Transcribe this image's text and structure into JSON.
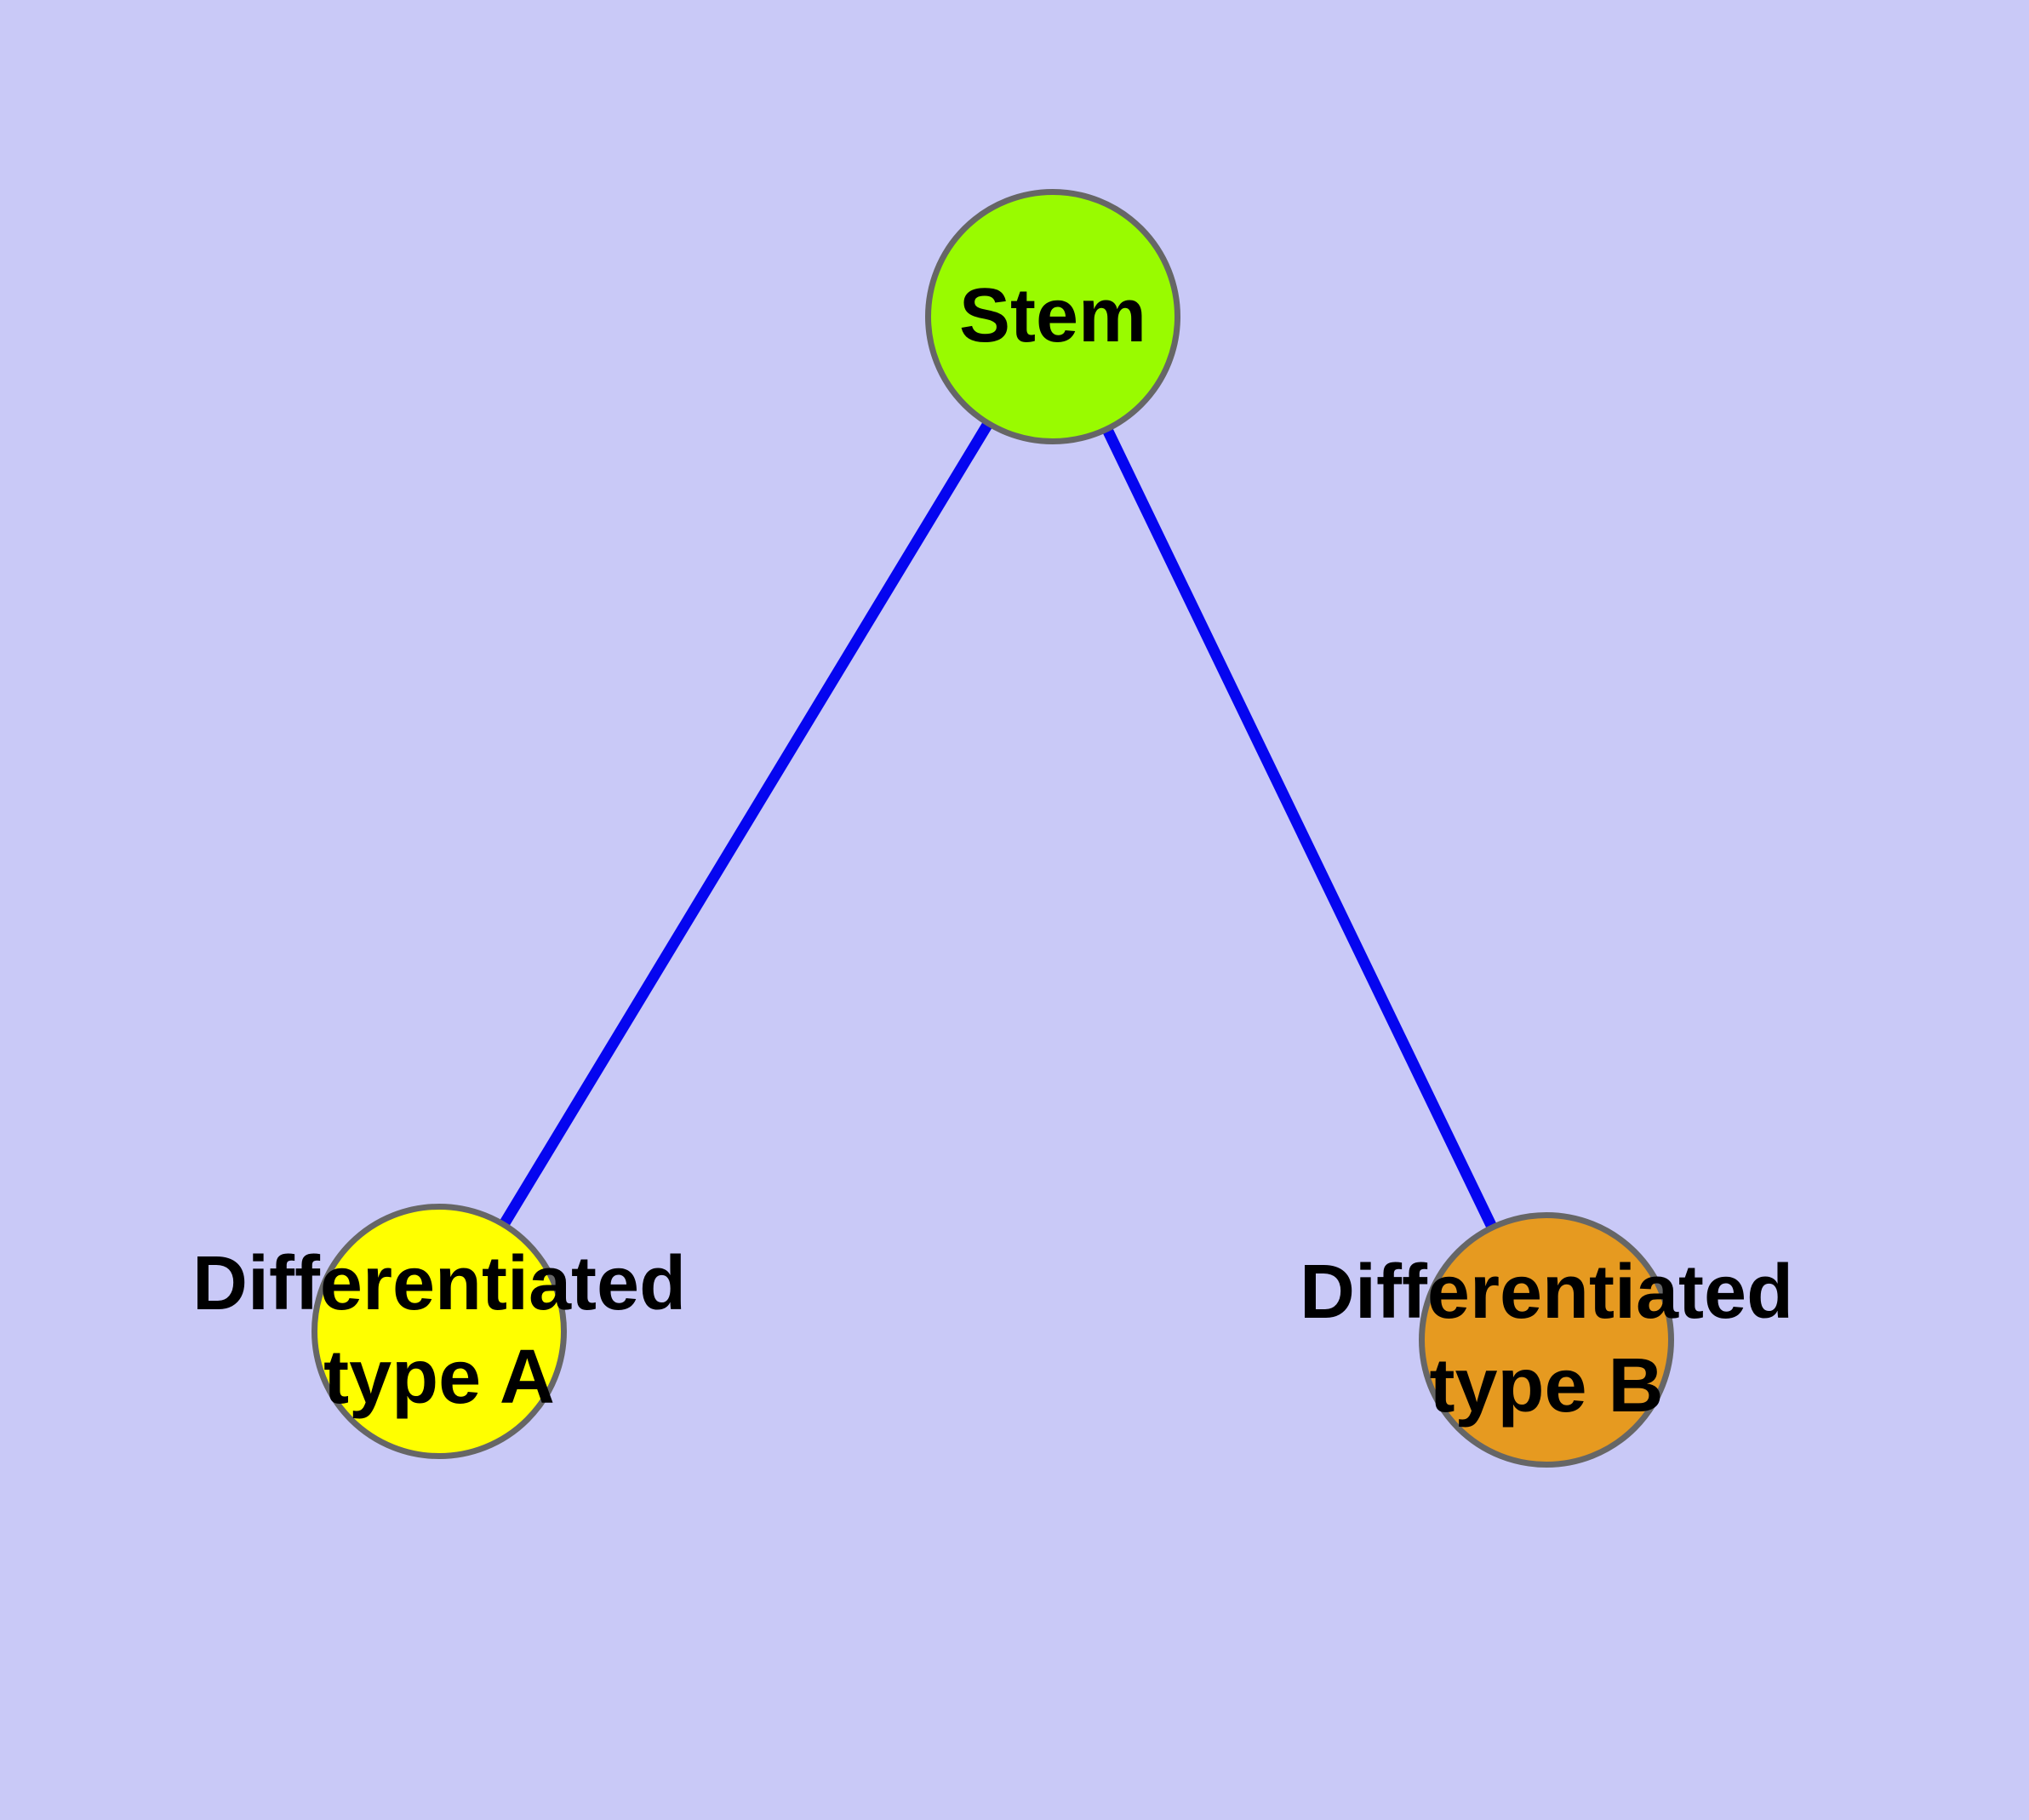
{
  "diagram": {
    "background_color": "#c9c9f7",
    "edge_color": "#0505f0",
    "node_border_color": "#666666",
    "label_color": "#000000",
    "nodes": [
      {
        "id": "stem",
        "label": "Stem",
        "fill": "#99fb00"
      },
      {
        "id": "type-a",
        "label": "Differentiated\ntype A",
        "fill": "#ffff00"
      },
      {
        "id": "type-b",
        "label": "Differentiated\ntype B",
        "fill": "#e69a20"
      }
    ],
    "edges": [
      {
        "from": "stem",
        "to": "type-a"
      },
      {
        "from": "stem",
        "to": "type-b"
      }
    ]
  }
}
